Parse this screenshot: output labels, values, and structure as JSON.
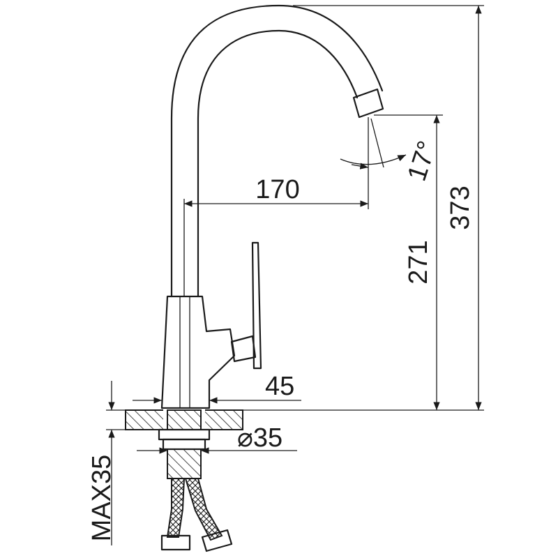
{
  "dimensions": {
    "reach": "170",
    "swivel_angle": "17°",
    "total_height": "373",
    "spout_height": "271",
    "base_width": "45",
    "hole_diameter": "⌀35",
    "max_deck_thickness": "MAX35"
  },
  "colors": {
    "line": "#1a1a1a",
    "background": "#ffffff"
  }
}
